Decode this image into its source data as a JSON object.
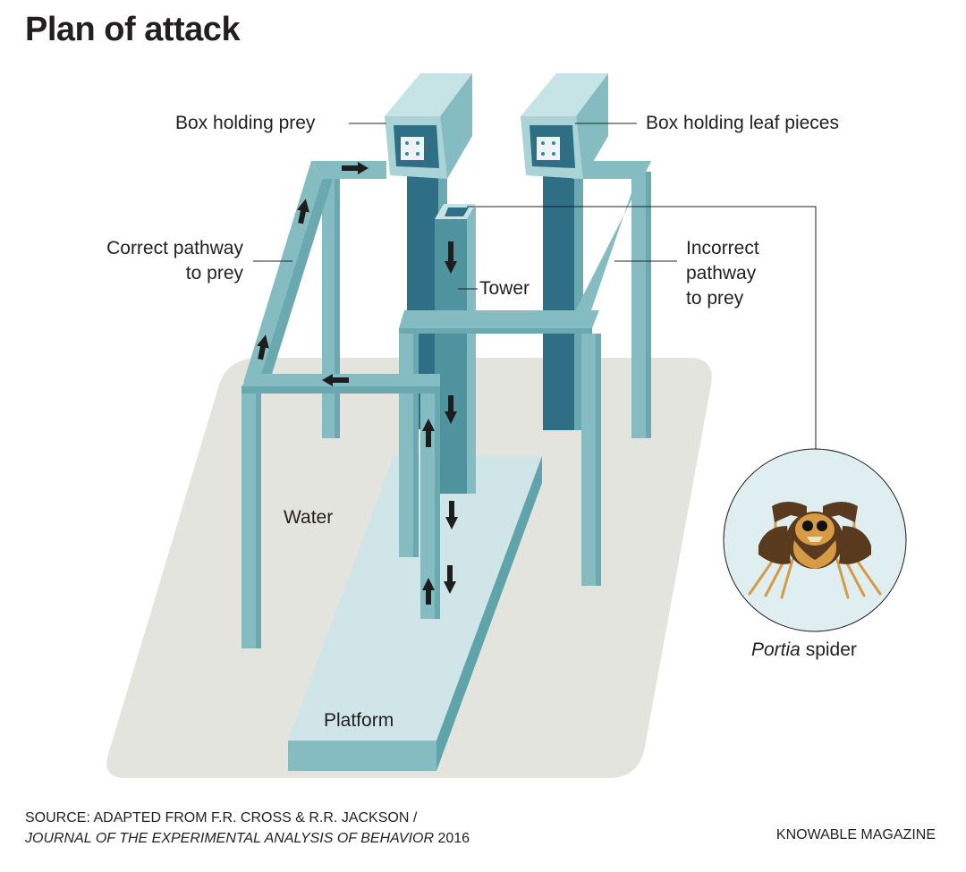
{
  "title": "Plan of attack",
  "labels": {
    "box_prey": "Box holding prey",
    "box_leaf": "Box holding leaf pieces",
    "correct_line1": "Correct pathway",
    "correct_line2": "to prey",
    "incorrect_line1": "Incorrect",
    "incorrect_line2": "pathway",
    "incorrect_line3": "to prey",
    "tower": "Tower",
    "water": "Water",
    "platform": "Platform"
  },
  "spider": {
    "genus": "Portia",
    "suffix": " spider"
  },
  "source": {
    "line1": "SOURCE: ADAPTED FROM F.R. CROSS & R.R. JACKSON /",
    "journal": "JOURNAL OF THE EXPERIMENTAL ANALYSIS OF BEHAVIOR",
    "year": " 2016"
  },
  "credit": "KNOWABLE MAGAZINE",
  "colors": {
    "water": "#e4e4df",
    "frame_light": "#85bcc1",
    "frame_mid": "#6aa9b0",
    "tower_dark": "#2f6f86",
    "tower_mid": "#4e939e",
    "platform_top": "#cfe5e8",
    "box_face": "#a9d3d6",
    "box_top": "#c6e3e5",
    "spider_bg": "#dfeff1",
    "spider_brown": "#5a3a1e",
    "spider_tan": "#d79a45",
    "arrow": "#1d1d1d"
  }
}
